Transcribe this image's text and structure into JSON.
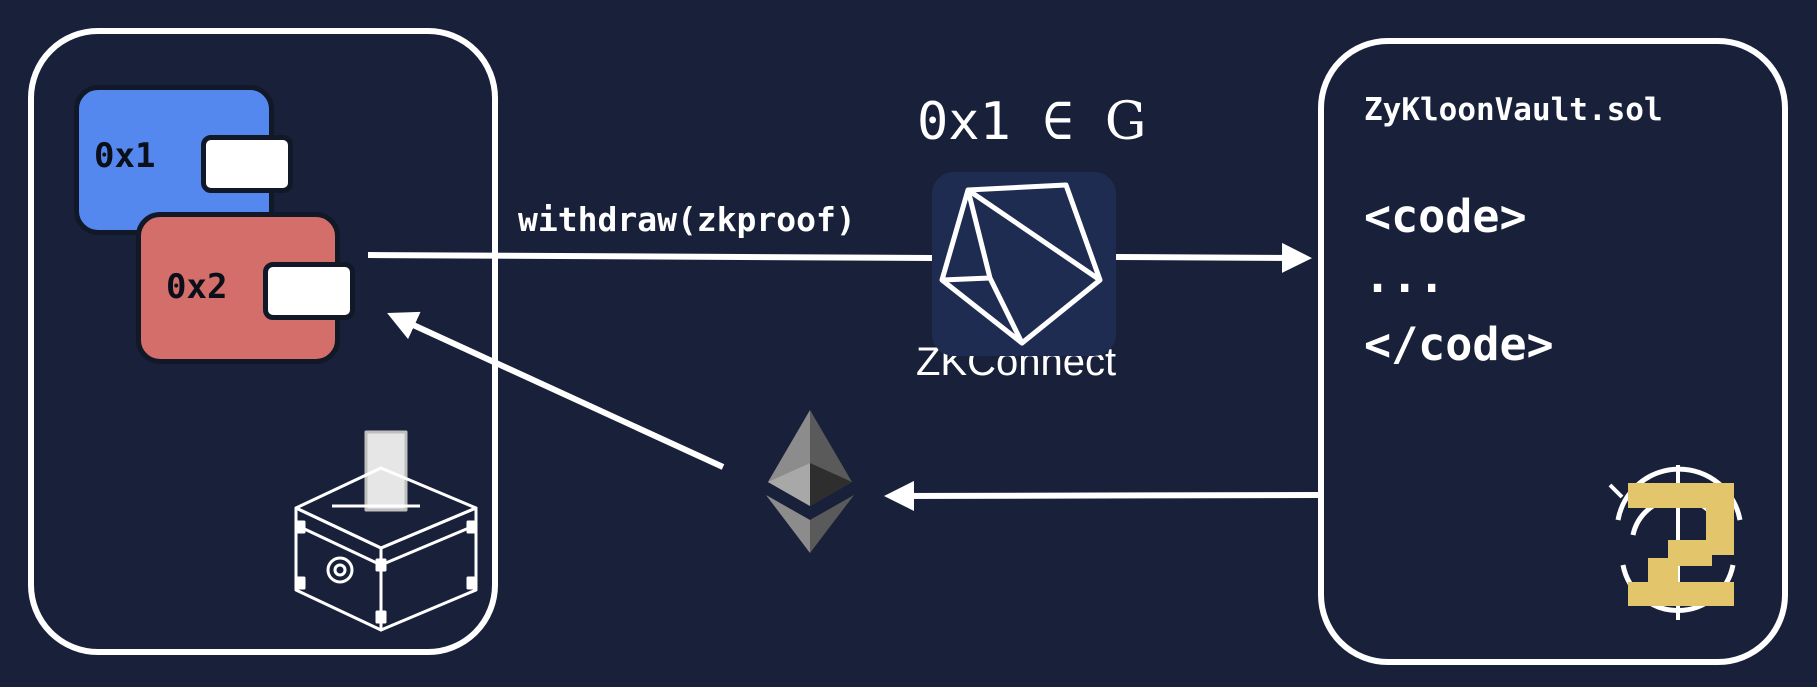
{
  "colors": {
    "background": "#19203a",
    "wallet_1": "#5588ee",
    "wallet_2": "#d46e6a",
    "zkconnect_tile": "#1f2c52",
    "sismo_gold": "#e3c66c"
  },
  "wallets": [
    {
      "label": "0x1"
    },
    {
      "label": "0x2"
    }
  ],
  "flow": {
    "withdraw_label": "withdraw(zkproof)"
  },
  "zkconnect": {
    "formula_prefix": "0x1 ∈ ",
    "formula_group": "G",
    "label": "ZKConnect",
    "icon": "zkconnect-pentagon-icon"
  },
  "contract": {
    "filename": "ZyKloonVault.sol",
    "code_lines": [
      "<code>",
      "...",
      "</code>"
    ],
    "logo_icon": "sismo-logo-icon"
  },
  "icons": {
    "ballot_box": "ballot-box-icon",
    "ethereum": "ethereum-icon"
  }
}
